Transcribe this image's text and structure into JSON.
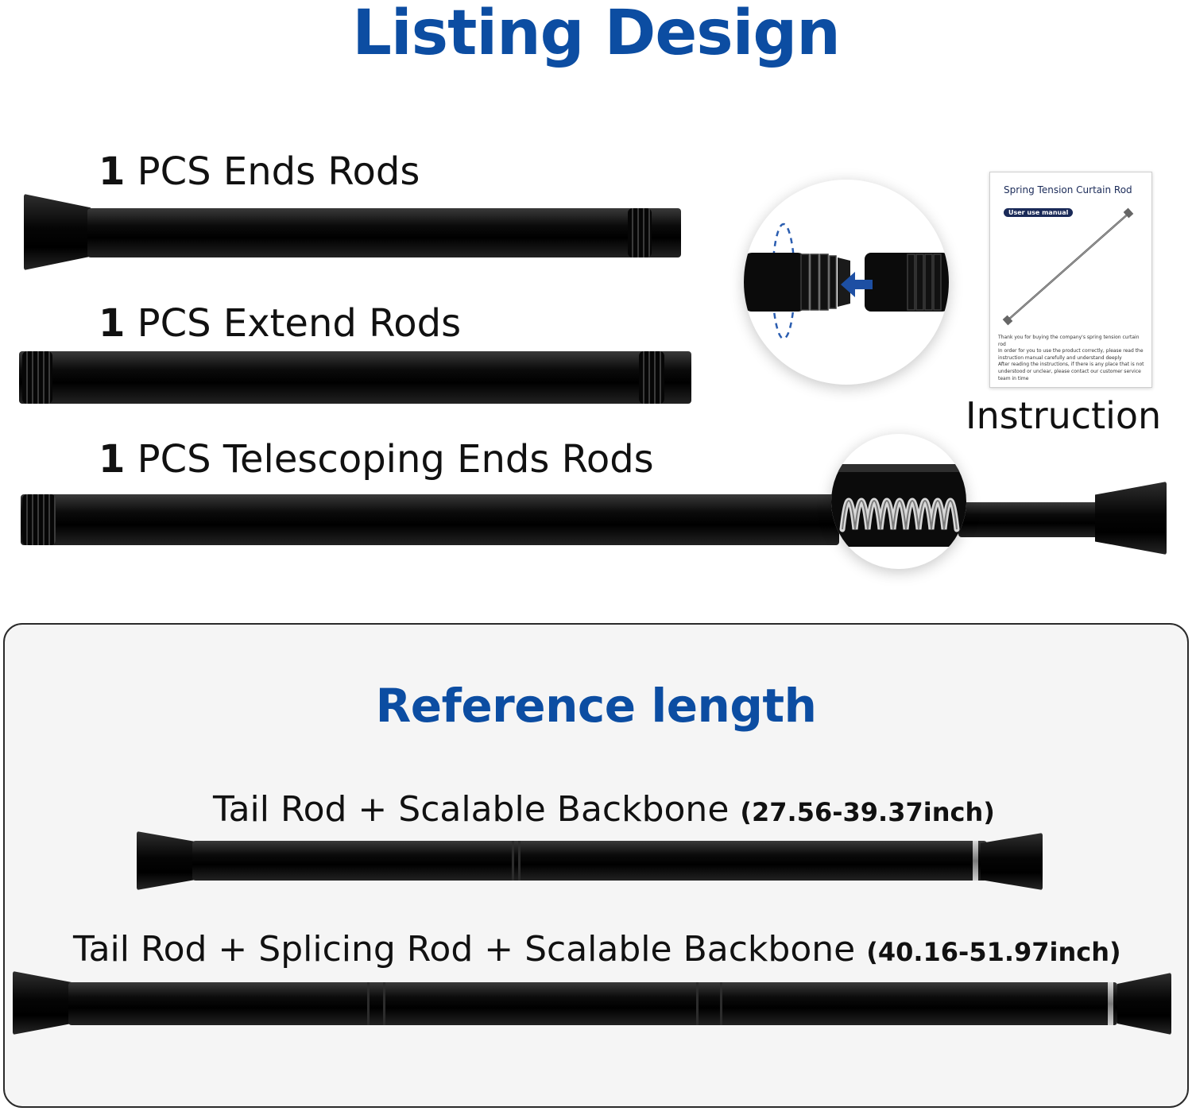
{
  "header": {
    "title": "Listing Design"
  },
  "components": [
    {
      "qty": "1",
      "label": "PCS Ends Rods"
    },
    {
      "qty": "1",
      "label": "PCS Extend Rods"
    },
    {
      "qty": "1",
      "label": "PCS Telescoping Ends Rods"
    }
  ],
  "manual": {
    "title": "Spring Tension Curtain Rod",
    "badge": "User use manual",
    "notes": [
      "Thank you for buying the company's spring tension curtain rod",
      "In order for you to use the product correctly, please read the instruction manual carefully and understand deeply",
      "After reading the instructions, if there is any place that is not understood or unclear, please contact our customer service team in time"
    ],
    "caption": "Instruction"
  },
  "reference": {
    "title": "Reference length",
    "lengths": [
      {
        "label": "Tail Rod + Scalable Backbone",
        "value": "(27.56-39.37inch)"
      },
      {
        "label": "Tail Rod + Splicing Rod + Scalable Backbone",
        "value": "(40.16-51.97inch)"
      }
    ]
  },
  "colors": {
    "accent": "#0c4da2",
    "rod": "#0b0b0b",
    "text": "#111111",
    "panel": "#f5f5f5"
  }
}
